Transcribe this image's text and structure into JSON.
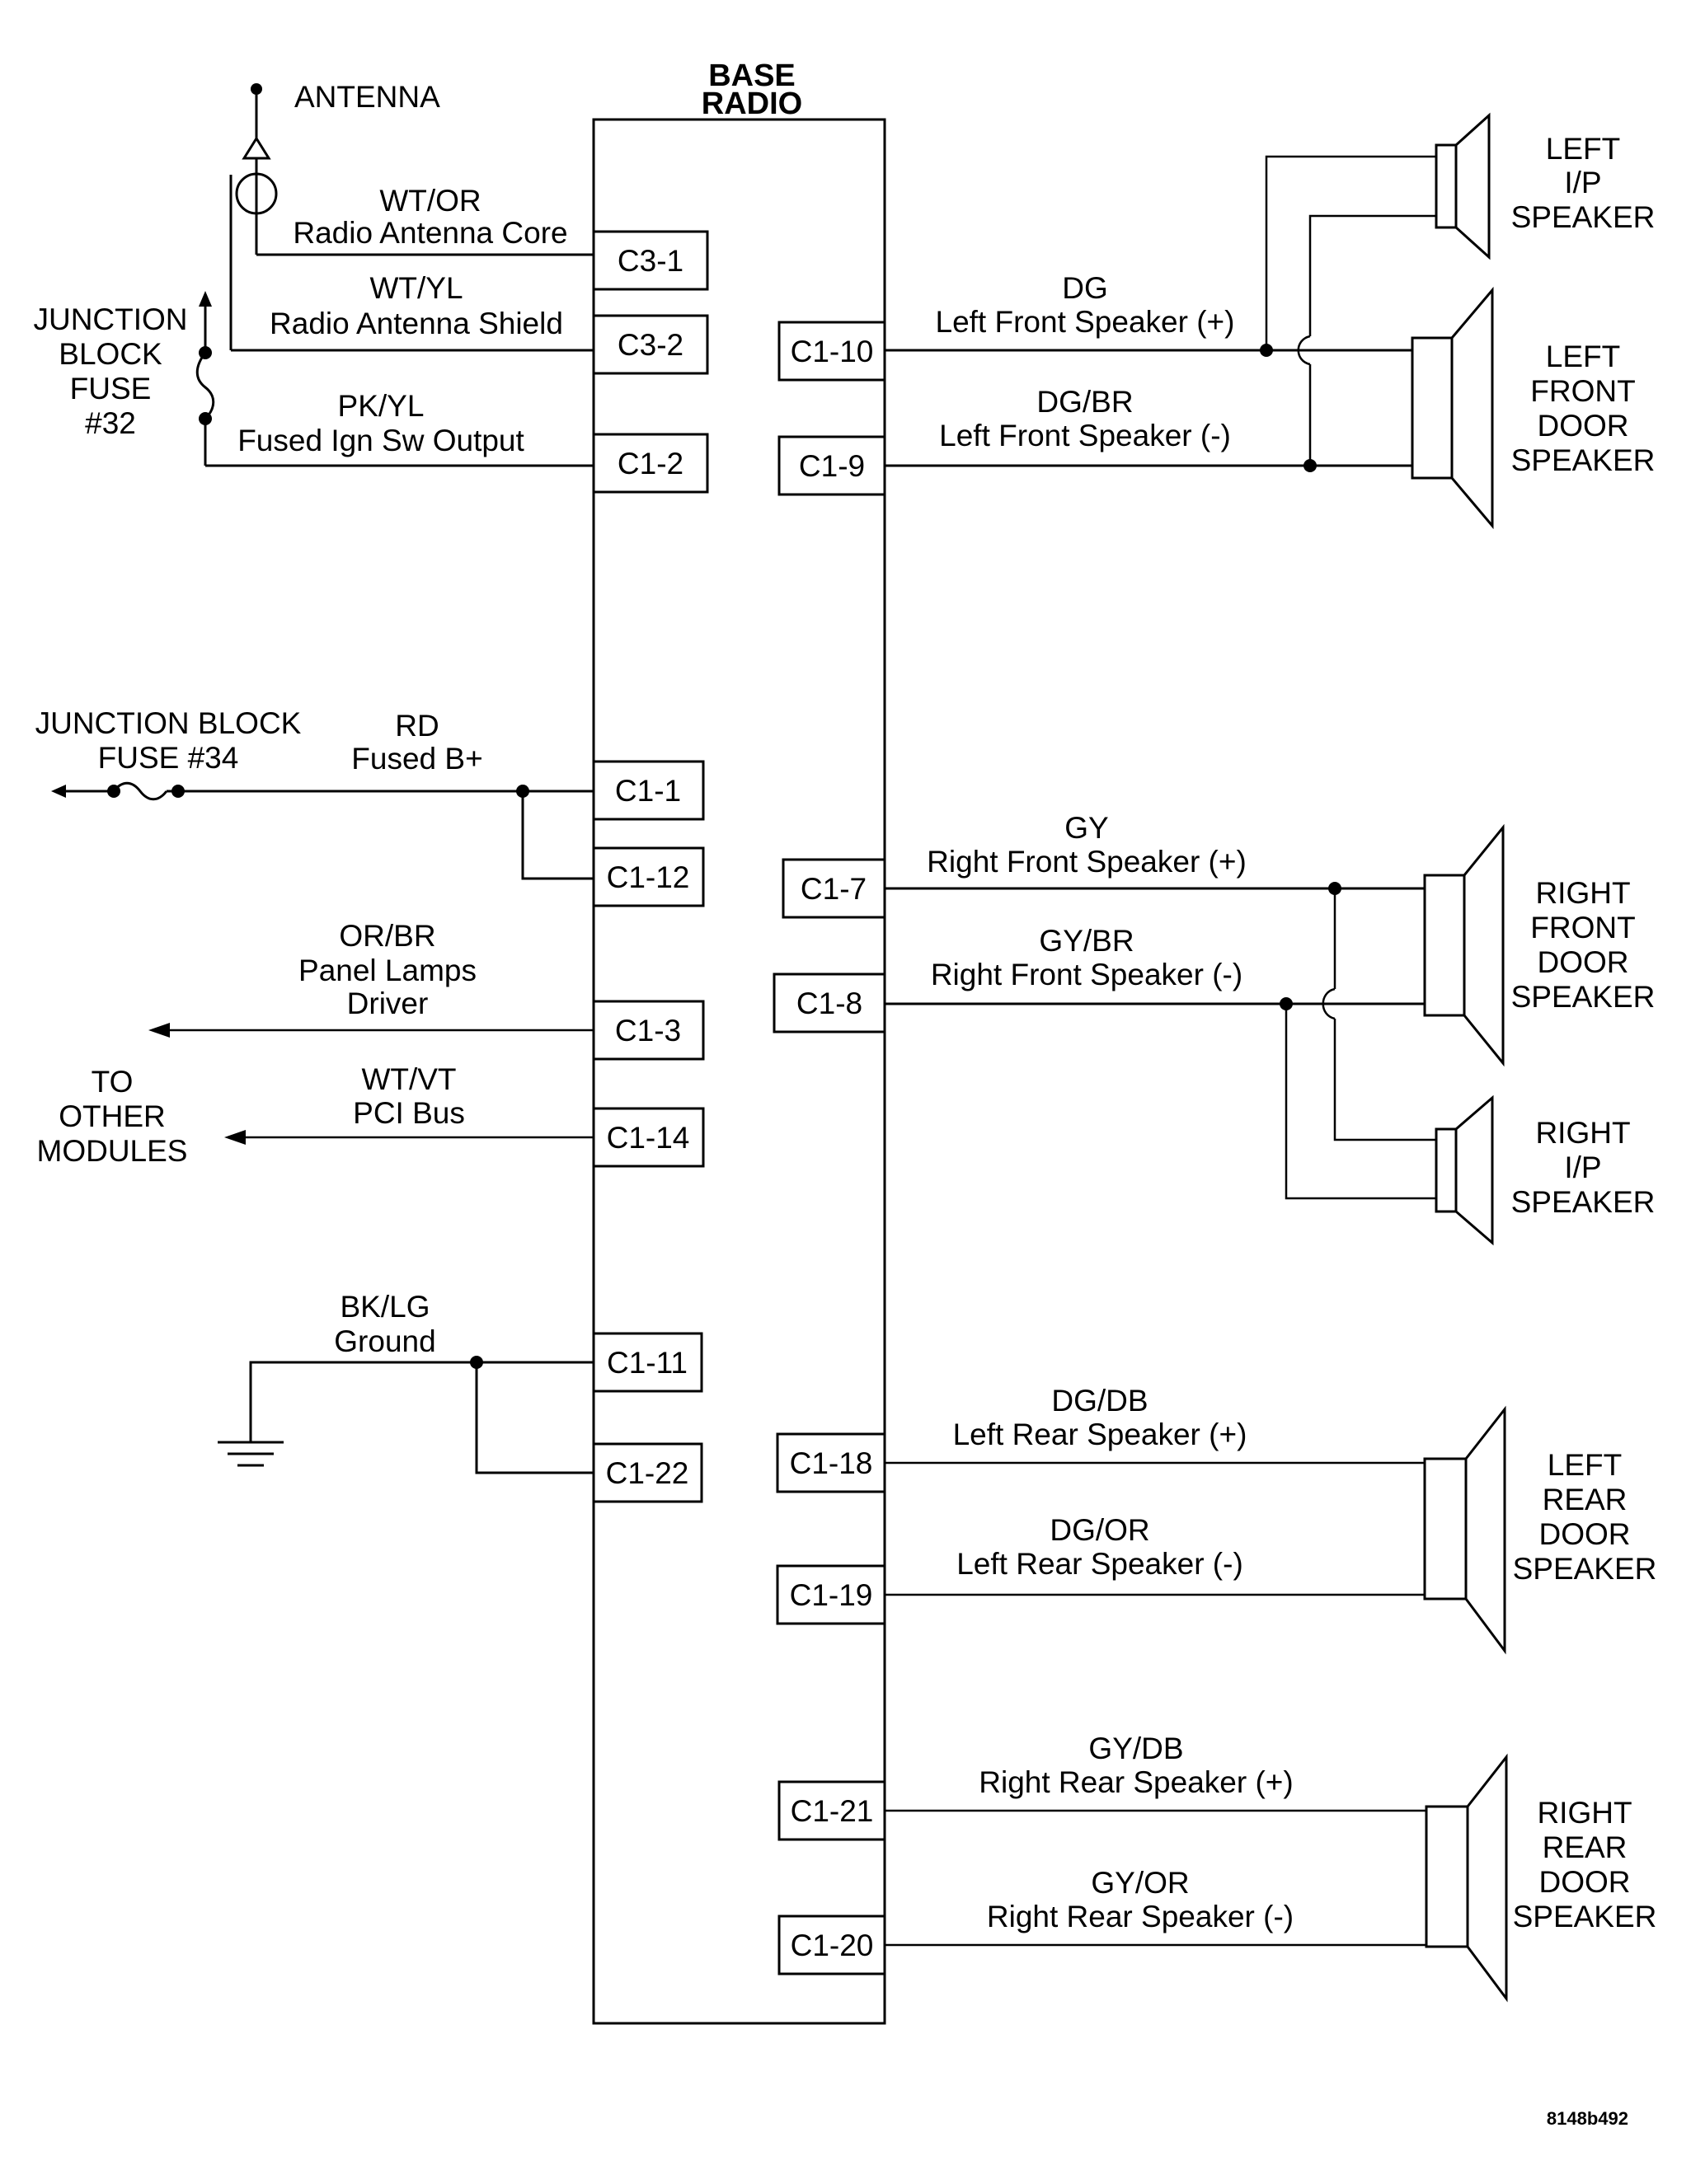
{
  "radio": {
    "title_line1": "BASE",
    "title_line2": "RADIO"
  },
  "antenna": {
    "label": "ANTENNA"
  },
  "connectors": {
    "c3_1": "C3-1",
    "c3_2": "C3-2",
    "c1_2": "C1-2",
    "c1_1": "C1-1",
    "c1_12": "C1-12",
    "c1_3": "C1-3",
    "c1_14": "C1-14",
    "c1_11": "C1-11",
    "c1_22": "C1-22",
    "c1_10": "C1-10",
    "c1_9": "C1-9",
    "c1_7": "C1-7",
    "c1_8": "C1-8",
    "c1_18": "C1-18",
    "c1_19": "C1-19",
    "c1_21": "C1-21",
    "c1_20": "C1-20"
  },
  "left_wires": {
    "antenna_core": {
      "color": "WT/OR",
      "desc": "Radio Antenna Core"
    },
    "antenna_shield": {
      "color": "WT/YL",
      "desc": "Radio Antenna Shield"
    },
    "ign_output": {
      "color": "PK/YL",
      "desc": "Fused Ign Sw Output"
    },
    "fused_b": {
      "color": "RD",
      "desc": "Fused B+"
    },
    "panel_lamps": {
      "color": "OR/BR",
      "desc_line1": "Panel Lamps",
      "desc_line2": "Driver"
    },
    "pci_bus": {
      "color": "WT/VT",
      "desc": "PCI Bus"
    },
    "ground": {
      "color": "BK/LG",
      "desc": "Ground"
    }
  },
  "junction_32": {
    "line1": "JUNCTION",
    "line2": "BLOCK",
    "line3": "FUSE",
    "line4": "#32"
  },
  "junction_34": {
    "line1": "JUNCTION BLOCK",
    "line2": "FUSE #34"
  },
  "other_modules": {
    "line1": "TO",
    "line2": "OTHER",
    "line3": "MODULES"
  },
  "right_wires": {
    "lf_pos": {
      "color": "DG",
      "desc": "Left Front Speaker (+)"
    },
    "lf_neg": {
      "color": "DG/BR",
      "desc": "Left Front Speaker (-)"
    },
    "rf_pos": {
      "color": "GY",
      "desc": "Right Front Speaker (+)"
    },
    "rf_neg": {
      "color": "GY/BR",
      "desc": "Right Front Speaker (-)"
    },
    "lr_pos": {
      "color": "DG/DB",
      "desc": "Left Rear Speaker (+)"
    },
    "lr_neg": {
      "color": "DG/OR",
      "desc": "Left Rear Speaker (-)"
    },
    "rr_pos": {
      "color": "GY/DB",
      "desc": "Right Rear Speaker (+)"
    },
    "rr_neg": {
      "color": "GY/OR",
      "desc": "Right Rear Speaker (-)"
    }
  },
  "speakers": {
    "left_ip": {
      "line1": "LEFT",
      "line2": "I/P",
      "line3": "SPEAKER"
    },
    "left_front": {
      "line1": "LEFT",
      "line2": "FRONT",
      "line3": "DOOR",
      "line4": "SPEAKER"
    },
    "right_front": {
      "line1": "RIGHT",
      "line2": "FRONT",
      "line3": "DOOR",
      "line4": "SPEAKER"
    },
    "right_ip": {
      "line1": "RIGHT",
      "line2": "I/P",
      "line3": "SPEAKER"
    },
    "left_rear": {
      "line1": "LEFT",
      "line2": "REAR",
      "line3": "DOOR",
      "line4": "SPEAKER"
    },
    "right_rear": {
      "line1": "RIGHT",
      "line2": "REAR",
      "line3": "DOOR",
      "line4": "SPEAKER"
    }
  },
  "figure_id": "8148b492"
}
